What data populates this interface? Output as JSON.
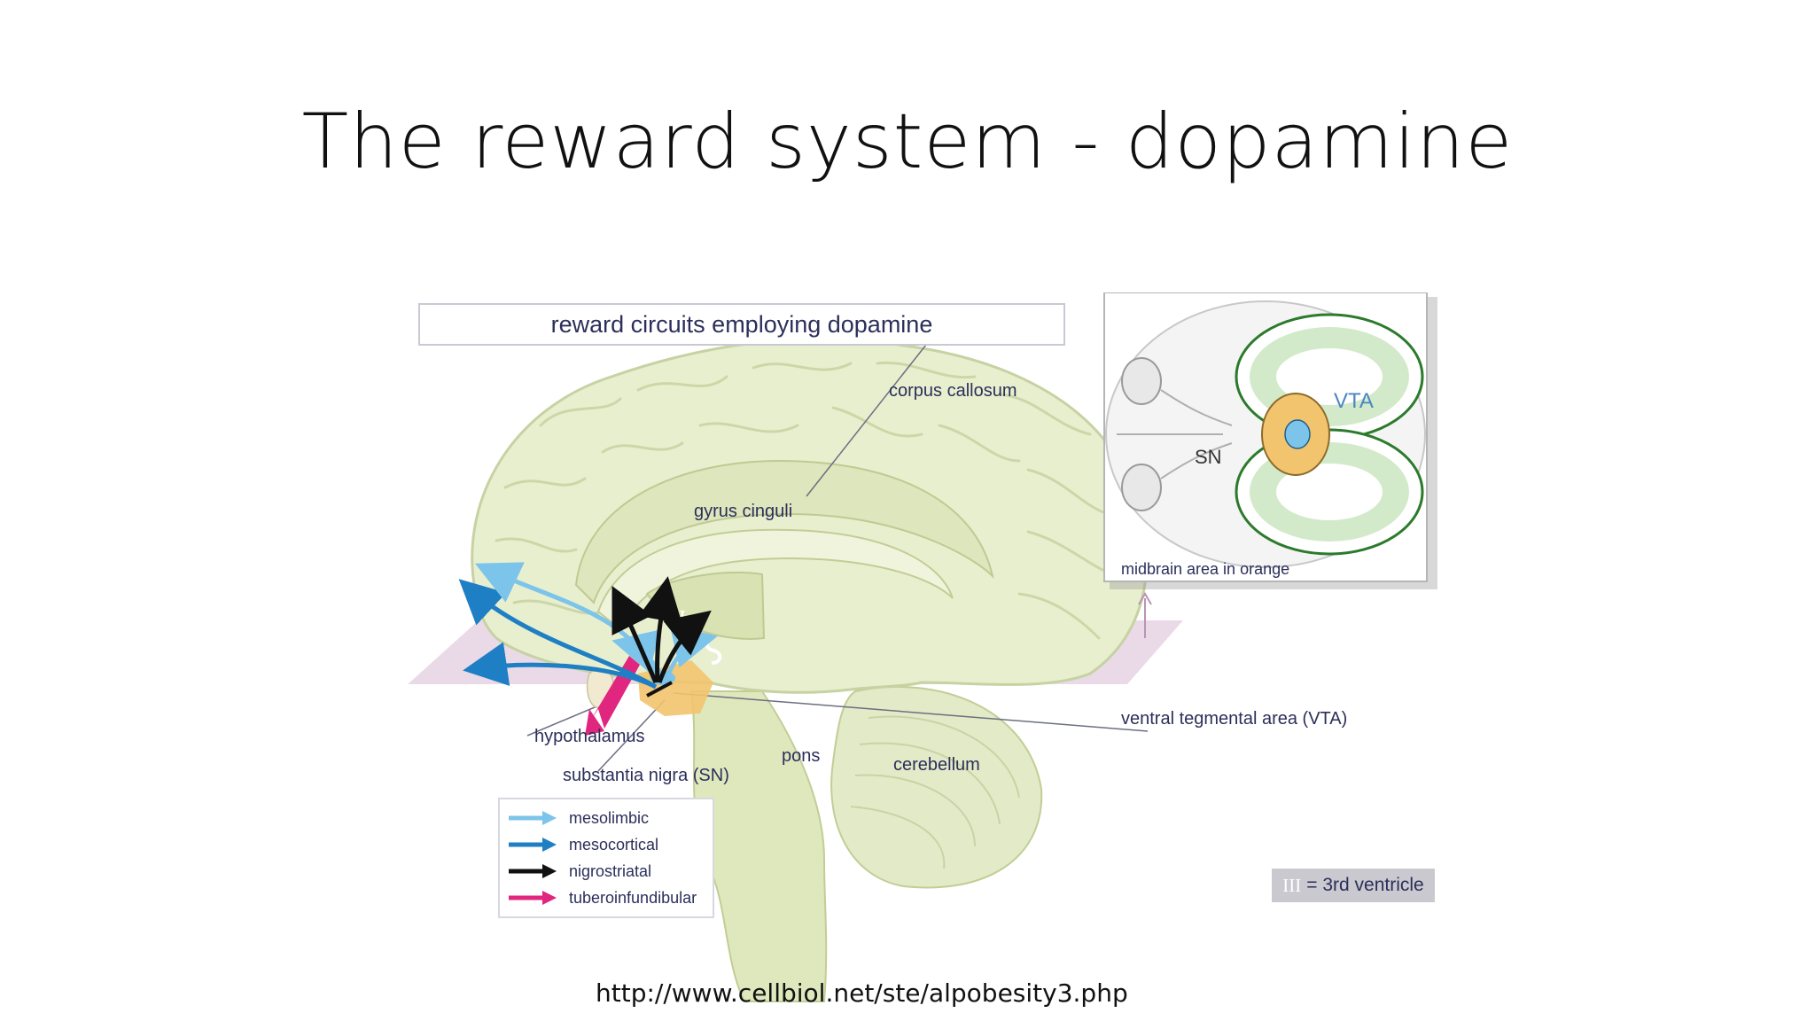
{
  "slide": {
    "title": "The reward system - dopamine",
    "source_url": "http://www.cellbiol.net/ste/alpobesity3.php"
  },
  "figure": {
    "header": "reward circuits employing dopamine",
    "labels": {
      "corpus_callosum": "corpus callosum",
      "gyrus_cinguli": "gyrus cinguli",
      "hypothalamus": "hypothalamus",
      "substantia_nigra": "substantia nigra (SN)",
      "pons": "pons",
      "cerebellum": "cerebellum",
      "vta": "ventral tegmental area (VTA)",
      "ventricle_mark": "III"
    },
    "inset": {
      "vta": "VTA",
      "sn": "SN",
      "caption": "midbrain area in orange"
    },
    "legend": [
      {
        "label": "mesolimbic",
        "color": "#7cc4ea"
      },
      {
        "label": "mesocortical",
        "color": "#1f7fc4"
      },
      {
        "label": "nigrostriatal",
        "color": "#111111"
      },
      {
        "label": "tuberoinfundibular",
        "color": "#e0267f"
      }
    ],
    "ventricle_key": {
      "symbol": "III",
      "text": "= 3rd ventricle"
    }
  },
  "colors": {
    "brain_fill": "#e8efcf",
    "brain_stroke": "#c7d2a3",
    "plane": "#dcc4d8",
    "midbrain": "#f2c46e",
    "text": "#2b2f5a"
  }
}
